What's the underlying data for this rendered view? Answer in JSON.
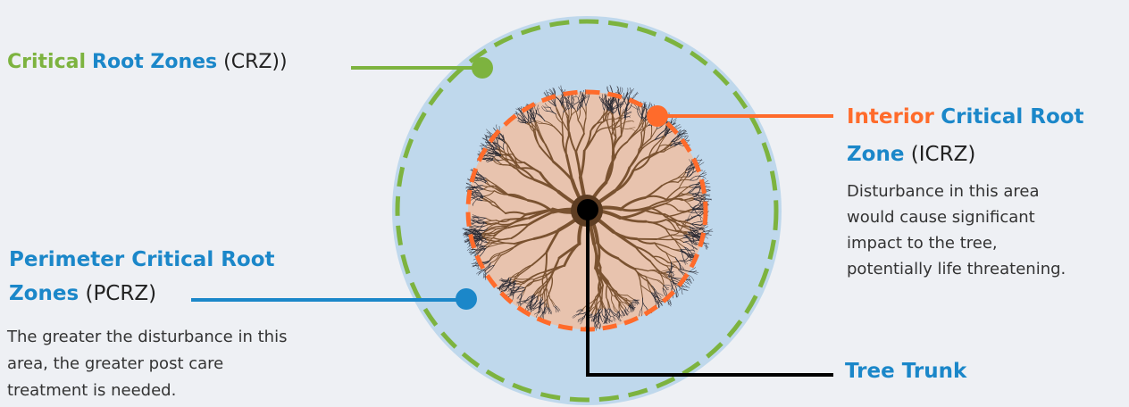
{
  "crz": {
    "word1": "Critical",
    "word2": "Root Zones",
    "abbr": "(CRZ))"
  },
  "icrz": {
    "word1": "Interior",
    "word2": "Critical Root",
    "word3": "Zone",
    "abbr": "(ICRZ)",
    "description": [
      "Disturbance in this area",
      "would cause significant",
      "impact to the tree,",
      "potentially life threatening."
    ]
  },
  "pcrz": {
    "word1": "Perimeter Critical Root",
    "word2": "Zones",
    "abbr": "(PCRZ)",
    "description": [
      "The greater the disturbance in this",
      "area, the greater post care",
      "treatment is needed."
    ]
  },
  "trunk": {
    "label": "Tree Trunk"
  },
  "colors": {
    "background": "#eef0f4",
    "crz_green": "#7db33f",
    "icrz_orange": "#ff6b2b",
    "pcrz_blue": "#1b87c9",
    "outer_zone_fill": "#bfd8ec",
    "inner_zone_fill": "#e8c3ae",
    "root_dark": "#2a2a33",
    "root_brown": "#7a5230",
    "trunk_black": "#000000"
  }
}
